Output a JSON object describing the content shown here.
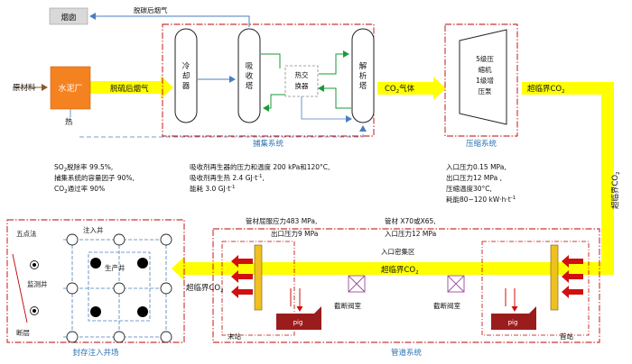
{
  "chimney": "烟囱",
  "exhaust_label": "脱碳后烟气",
  "raw_material": "原材料",
  "cement_plant": "水泥厂",
  "heat_label": "热",
  "flue_gas_label": "脱硫后烟气",
  "capture": {
    "cooler": [
      "冷",
      "却",
      "器"
    ],
    "absorber": [
      "吸",
      "收",
      "塔"
    ],
    "exchanger": [
      "热交",
      "换器"
    ],
    "stripper": [
      "解",
      "析",
      "塔"
    ],
    "system_label": "捕集系统"
  },
  "co2_gas": {
    "main": "CO",
    "sub": "2",
    "tail": "气体"
  },
  "compression": {
    "lines": [
      "5级压",
      "缩机",
      "1级增",
      "压泵"
    ],
    "system_label": "压缩系统"
  },
  "supercritical_top": {
    "main": "超临界CO",
    "sub": "2"
  },
  "supercritical_right": {
    "main": "超临界CO",
    "sub": "2"
  },
  "supercritical_left": {
    "main": "超临界CO",
    "sub": "2"
  },
  "supercritical_mid": {
    "main": "超临界CO",
    "sub": "2"
  },
  "notes_left": {
    "line1": {
      "pre": "SO",
      "sub": "2",
      "post": "脱除率 99.5%,"
    },
    "line2": "捕集系统的容量因子 90%,",
    "line3": {
      "pre": "CO",
      "sub": "2",
      "post": "通过率 90%"
    }
  },
  "notes_middle": {
    "line1": "吸收剂再生器的压力和温度 200 kPa和120°C,",
    "line2": {
      "pre": "吸收剂再生热 2.4 GJ·t",
      "sup": "-1",
      "post": ","
    },
    "line3": {
      "pre": "能耗 3.0 GJ·t",
      "sup": "-1",
      "post": ""
    }
  },
  "notes_right": {
    "line1": "入口压力0.15 MPa,",
    "line2": "出口压力12 MPa ,",
    "line3": "压缩温度30°C,",
    "line4": {
      "pre": "耗能80~120 kW·h·t",
      "sup": "-1",
      "post": ""
    }
  },
  "pipe_spec_left": [
    "管材屈服应力483 MPa,",
    "出口压力9 MPa"
  ],
  "pipe_spec_right": [
    "管材 X70或X65,",
    "入口压力12 MPa"
  ],
  "manifold": "入口密集区",
  "valve_left": "截断阀室",
  "valve_right": "截断阀室",
  "pig_left": "pig",
  "pig_right": "pig",
  "end_station": "末站",
  "head_station": "首站",
  "pipeline_system": "管道系统",
  "field": {
    "five_spot": "五点法",
    "injection_well": "注入井",
    "production_well": "生产井",
    "monitor_well": "监测井",
    "fault": "断层",
    "system_label": "封存注入井场"
  },
  "colors": {
    "flow_yellow": "#ffff00",
    "cement_orange": "#f58220",
    "boundary_red": "#c00000",
    "label_blue": "#2e74b5",
    "loop_green": "#1a9a3a",
    "pig_red": "#9b1c1c"
  }
}
